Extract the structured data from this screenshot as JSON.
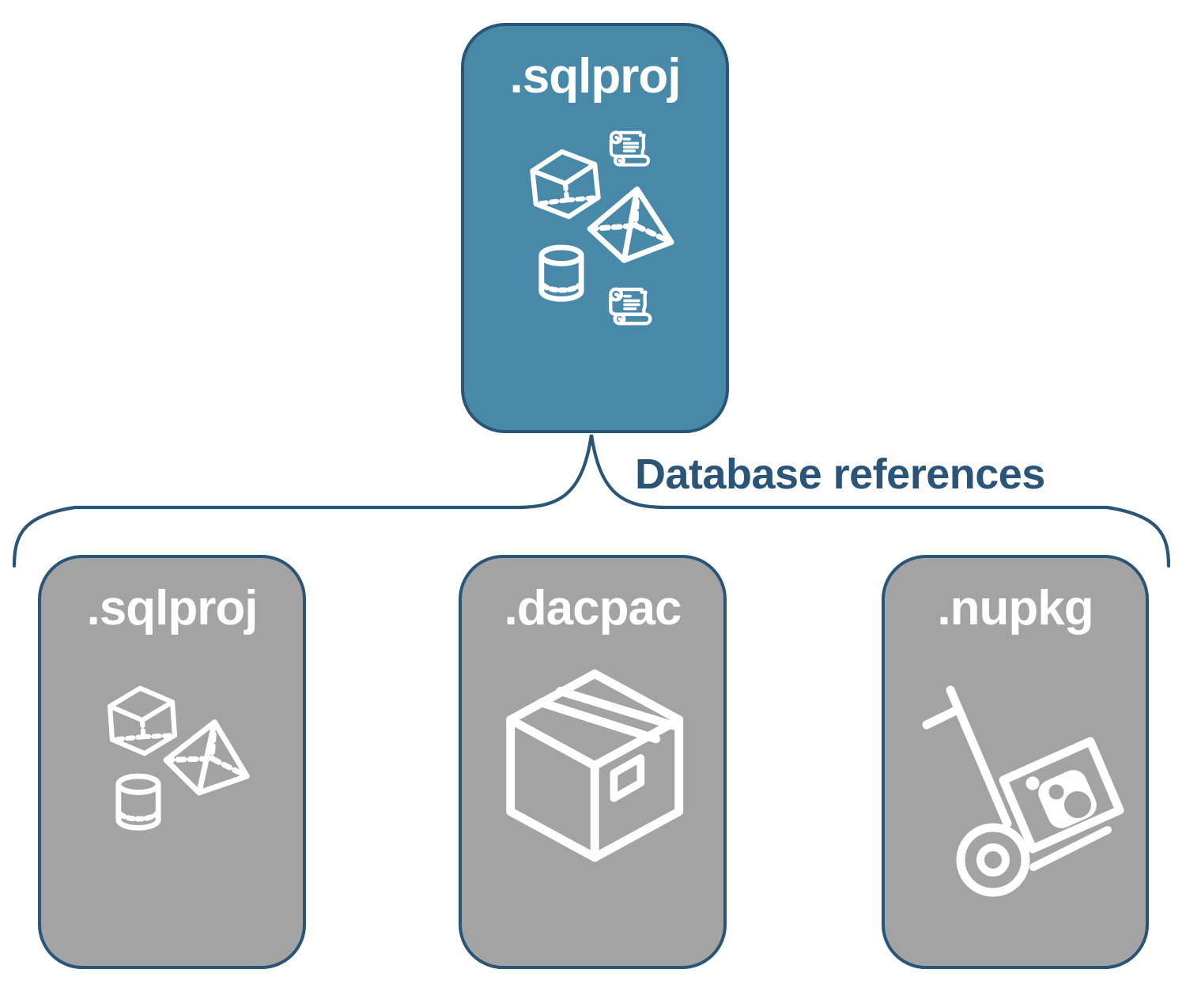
{
  "diagram": {
    "root": {
      "label": ".sqlproj",
      "icons": [
        "script-scroll-icon",
        "cube-icon",
        "pyramid-icon",
        "database-cylinder-icon",
        "script-scroll-icon"
      ]
    },
    "edge_label": "Database references",
    "children": [
      {
        "label": ".sqlproj",
        "icons": [
          "cube-icon",
          "pyramid-icon",
          "database-cylinder-icon"
        ]
      },
      {
        "label": ".dacpac",
        "icons": [
          "package-box-icon"
        ]
      },
      {
        "label": ".nupkg",
        "icons": [
          "hand-truck-icon",
          "nuget-package-icon"
        ]
      }
    ],
    "colors": {
      "root_fill": "#4889a9",
      "child_fill": "#a3a3a3",
      "outline": "#2a5577",
      "edge_label_text": "#2b5578",
      "icon_and_title": "#ffffff",
      "background": "#ffffff"
    }
  }
}
